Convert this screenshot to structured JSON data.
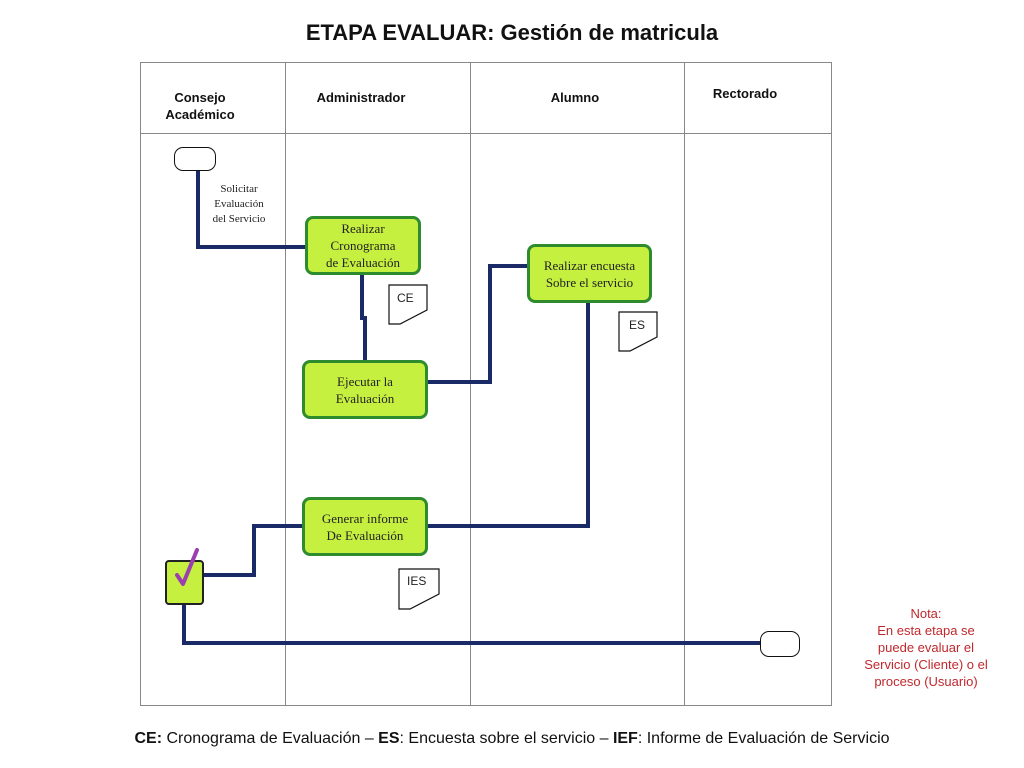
{
  "title": "ETAPA EVALUAR: Gestión  de matricula",
  "lanes": {
    "consejo_line1": "Consejo",
    "consejo_line2": "Académico",
    "administrador": "Administrador",
    "alumno": "Alumno",
    "rectorado": "Rectorado"
  },
  "annotations": {
    "solicitar_line1": "Solicitar",
    "solicitar_line2": "Evaluación",
    "solicitar_line3": "del Servicio"
  },
  "processes": {
    "cronograma_line1": "Realizar",
    "cronograma_line2": "Cronograma",
    "cronograma_line3": "de Evaluación",
    "ejecutar_line1": "Ejecutar la",
    "ejecutar_line2": "Evaluación",
    "encuesta_line1": "Realizar encuesta",
    "encuesta_line2": "Sobre el servicio",
    "informe_line1": "Generar informe",
    "informe_line2": "De Evaluación"
  },
  "documents": {
    "ce": "CE",
    "es": "ES",
    "ies": "IES"
  },
  "note": {
    "line1": "Nota:",
    "line2": "En esta etapa se",
    "line3": "puede evaluar el",
    "line4": "Servicio (Cliente) o el",
    "line5": "proceso (Usuario)"
  },
  "legend": {
    "ce_abbr": "CE:",
    "ce_text": " Cronograma de Evaluación – ",
    "es_abbr": "ES",
    "es_text": ": Encuesta sobre el servicio – ",
    "ief_abbr": "IEF",
    "ief_text": ": Informe de Evaluación de Servicio"
  },
  "colors": {
    "process_fill": "#c6f040",
    "process_border": "#2e8b2e",
    "connector": "#1a2a66",
    "note_text": "#c0282d",
    "check_mark": "#9b3fb0"
  },
  "icons": {
    "check": "check-mark-icon",
    "document": "document-icon",
    "terminator": "terminator-shape"
  }
}
